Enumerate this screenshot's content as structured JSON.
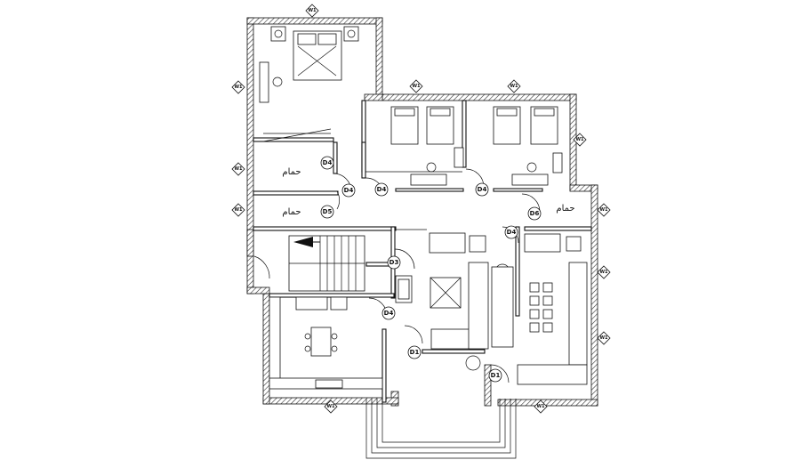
{
  "rooms": {
    "bath_label": "حمام"
  },
  "door_tags": [
    "D1",
    "D3",
    "D4",
    "D5",
    "D6"
  ],
  "window_tag": "W1"
}
